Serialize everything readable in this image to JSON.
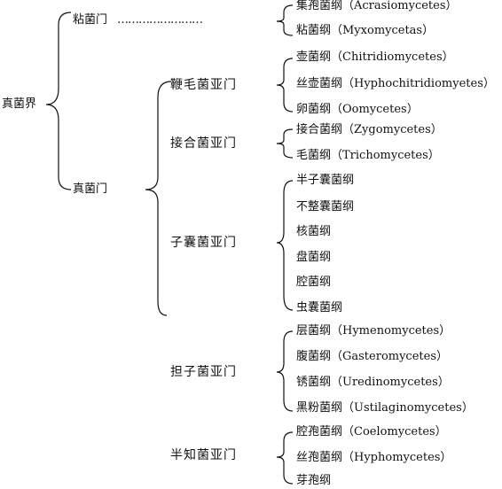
{
  "root": "真菌界",
  "nodes": {
    "slime": "粘菌门",
    "slime_dots": "……………………",
    "eumycota": "真菌门",
    "mastigo": "鞭毛菌亚门",
    "zygo": "接合菌亚门",
    "asco": "子囊菌亚门",
    "basidio": "担子菌亚门",
    "deutero": "半知菌亚门"
  },
  "classes": {
    "slime": [
      "集孢菌纲（Acrasiomycetes）",
      "粘菌纲（Myxomycetas）"
    ],
    "mastigo": [
      "壶菌纲（Chitridiomycetes）",
      "丝壶菌纲（Hyphochitridiomyetes）",
      "卵菌纲（Oomycetes）"
    ],
    "zygo": [
      "接合菌纲（Zygomycetes）",
      "毛菌纲（Trichomycetes）"
    ],
    "asco": [
      "半子囊菌纲",
      "不整囊菌纲",
      "核菌纲",
      "盘菌纲",
      "腔菌纲",
      "虫囊菌纲"
    ],
    "basidio": [
      "层菌纲（Hymenomycetes）",
      "腹菌纲（Gasteromycetes）",
      "锈菌纲（Uredinomycetes）",
      "黑粉菌纲（Ustilaginomycetes）"
    ],
    "deutero": [
      "腔孢菌纲（Coelomycetes）",
      "丝孢菌纲（Hyphomycetes）",
      "芽孢纲"
    ]
  }
}
